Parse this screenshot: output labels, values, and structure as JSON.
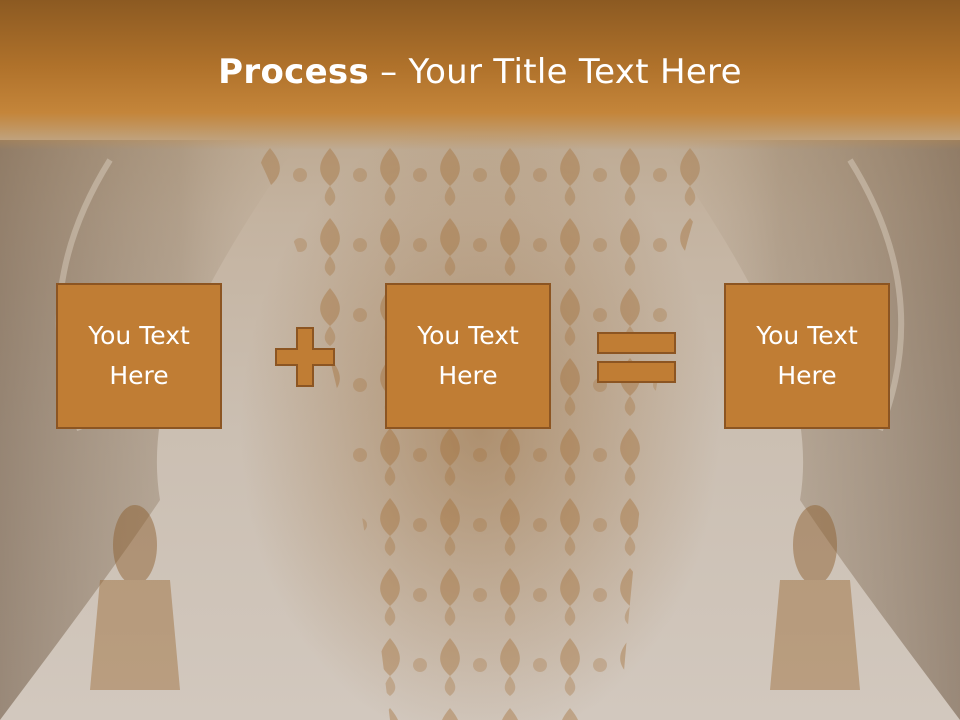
{
  "slide": {
    "title_bold": "Process",
    "title_rest": " – Your Title Text Here"
  },
  "process": {
    "boxes": [
      {
        "label": "You Text\nHere"
      },
      {
        "label": "You Text\nHere"
      },
      {
        "label": "You Text\nHere"
      }
    ],
    "operators": [
      "plus-icon",
      "equals-icon"
    ]
  },
  "colors": {
    "title_bar": "#b0722b",
    "box_fill": "#c07d34",
    "box_border": "#8c5522",
    "text": "#ffffff"
  }
}
